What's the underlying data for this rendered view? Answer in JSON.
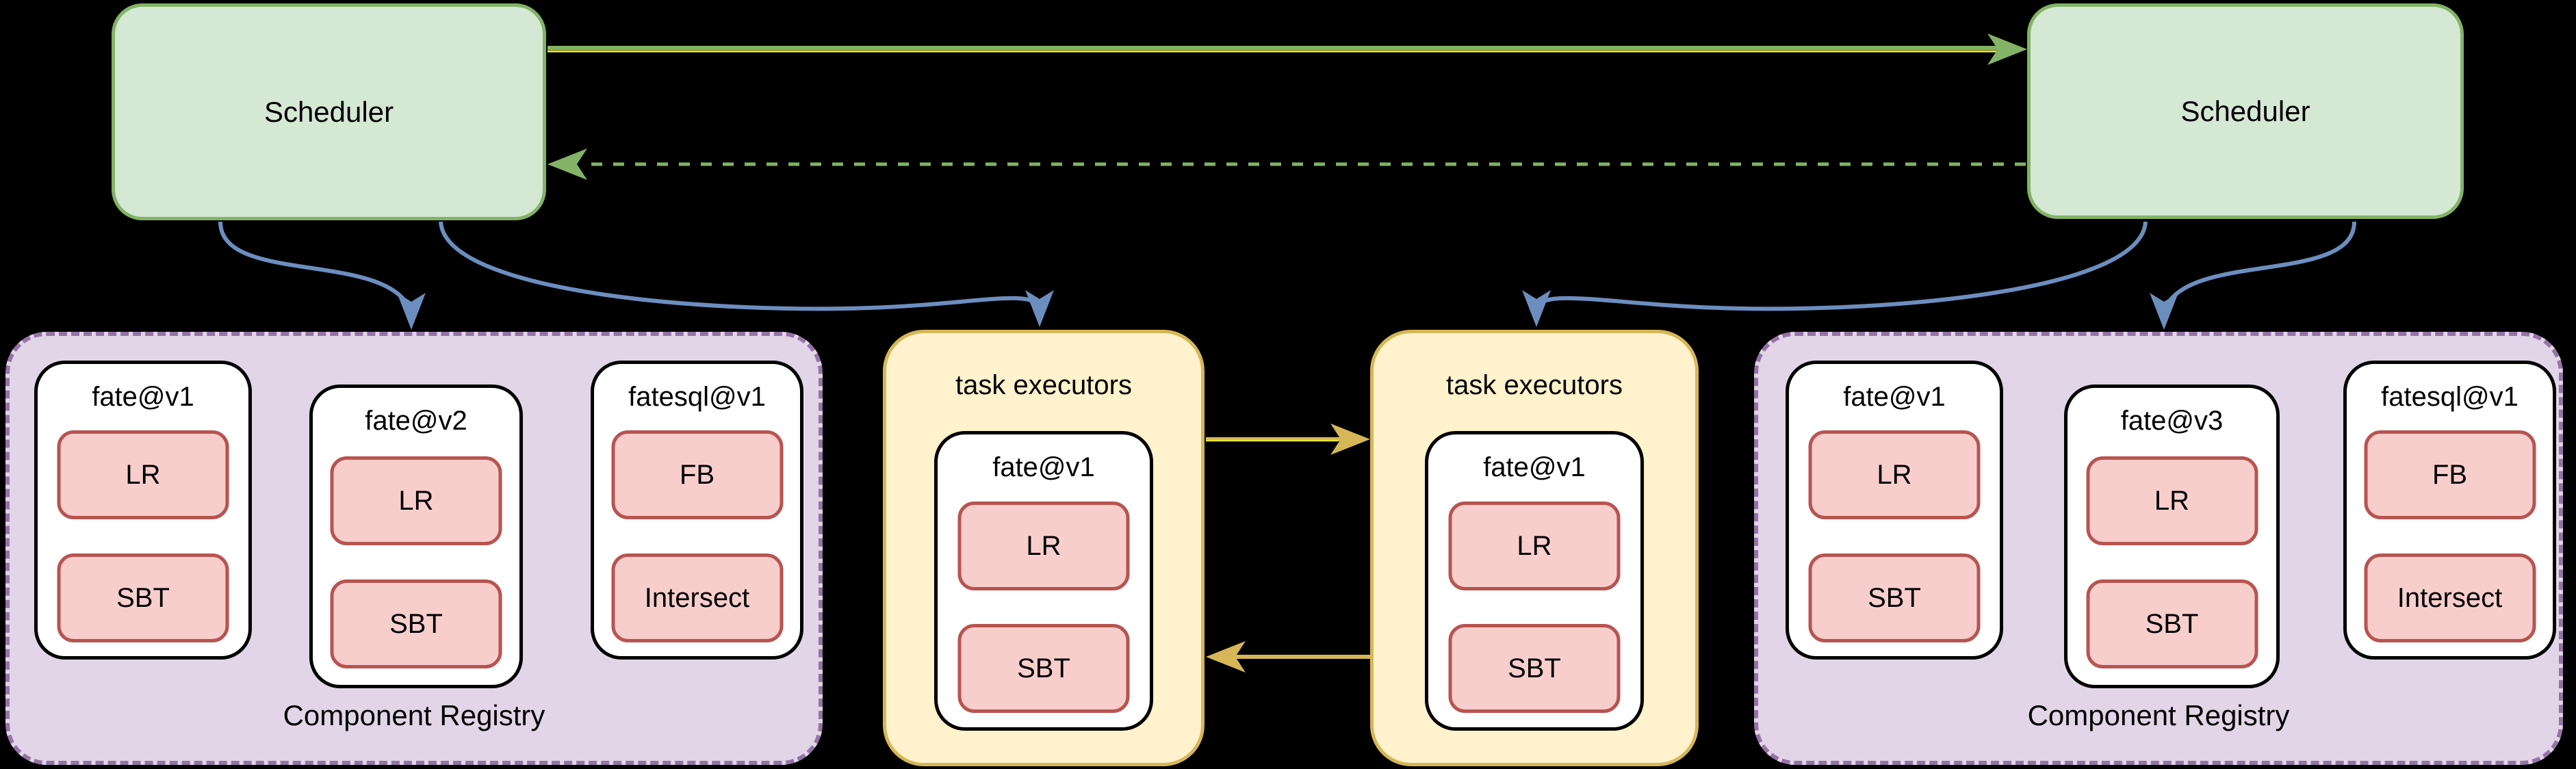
{
  "schedulers": [
    {
      "label": "Scheduler"
    },
    {
      "label": "Scheduler"
    }
  ],
  "registries": [
    {
      "label": "Component Registry",
      "modules": [
        {
          "title": "fate@v1",
          "components": [
            "LR",
            "SBT"
          ]
        },
        {
          "title": "fate@v2",
          "components": [
            "LR",
            "SBT"
          ]
        },
        {
          "title": "fatesql@v1",
          "components": [
            "FB",
            "Intersect"
          ]
        }
      ]
    },
    {
      "label": "Component Registry",
      "modules": [
        {
          "title": "fate@v1",
          "components": [
            "LR",
            "SBT"
          ]
        },
        {
          "title": "fate@v3",
          "components": [
            "LR",
            "SBT"
          ]
        },
        {
          "title": "fatesql@v1",
          "components": [
            "FB",
            "Intersect"
          ]
        }
      ]
    }
  ],
  "executors": [
    {
      "title": "task executors",
      "module": {
        "title": "fate@v1",
        "components": [
          "LR",
          "SBT"
        ]
      }
    },
    {
      "title": "task executors",
      "module": {
        "title": "fate@v1",
        "components": [
          "LR",
          "SBT"
        ]
      }
    }
  ],
  "colors": {
    "background": "#000000",
    "scheduler_fill": "#d5e8d4",
    "scheduler_border": "#82b366",
    "registry_fill": "#e1d5e7",
    "registry_border": "#9673a6",
    "executor_fill": "#fff2cc",
    "executor_border": "#d6b656",
    "module_fill": "#ffffff",
    "module_border": "#000000",
    "component_fill": "#f8cecc",
    "component_border": "#b85450",
    "arrow_blue": "#6c8ebf",
    "arrow_green": "#82b366",
    "arrow_gold": "#d6b656",
    "arrow_yellow_core": "#e6e833"
  }
}
